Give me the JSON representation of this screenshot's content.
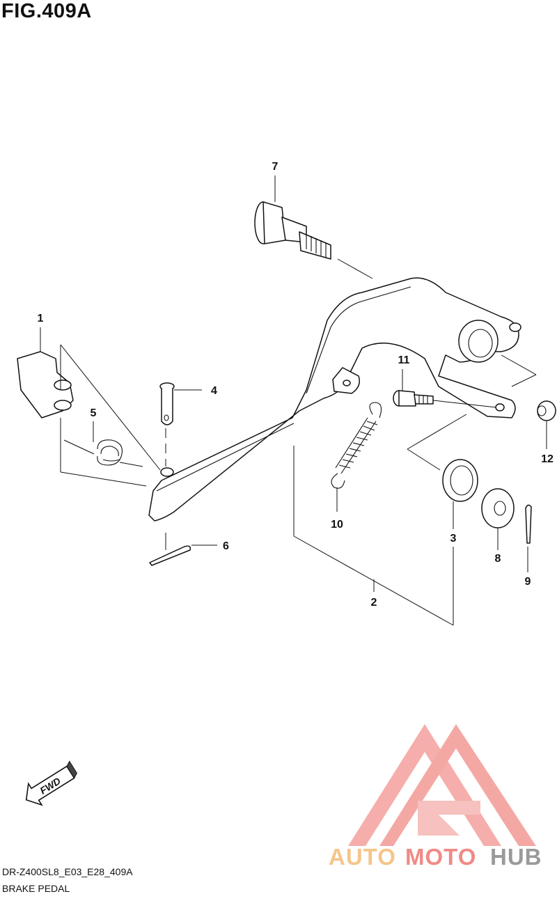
{
  "figure": {
    "title": "FIG.409A",
    "model_code": "DR-Z400SL8_E03_E28_409A",
    "section_name": "BRAKE PEDAL"
  },
  "callouts": [
    "1",
    "2",
    "3",
    "4",
    "5",
    "6",
    "7",
    "8",
    "9",
    "10",
    "11",
    "12"
  ],
  "fwd_arrow": {
    "label": "FWD"
  },
  "watermark": {
    "text_part1": "AUTO",
    "text_part2": "MOTO",
    "text_part3": "HUB",
    "color_orange": "#f5c58a",
    "color_red": "#f08a86",
    "color_gray": "#9a9a9a"
  }
}
